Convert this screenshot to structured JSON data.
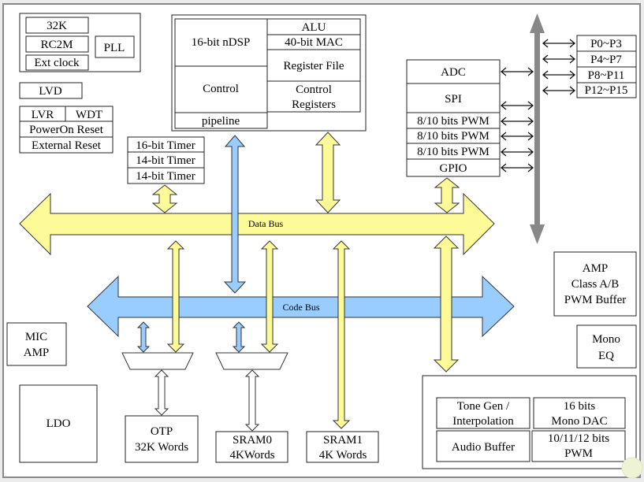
{
  "diagram": {
    "clock_group": {
      "items": [
        "32K",
        "RC2M",
        "Ext clock"
      ],
      "pll": "PLL"
    },
    "lvd": "LVD",
    "reset_group": {
      "lvr": "LVR",
      "wdt": "WDT",
      "poweron_reset": "PowerOn Reset",
      "external_reset": "External Reset"
    },
    "dsp_core": {
      "nDSP": "16-bit nDSP",
      "control": "Control",
      "pipeline": "pipeline",
      "alu": "ALU",
      "mac": "40-bit MAC",
      "register_file": "Register File",
      "control_registers": [
        "Control",
        "Registers"
      ]
    },
    "timers": [
      "16-bit Timer",
      "14-bit Timer",
      "14-bit Timer"
    ],
    "peripherals": {
      "adc": "ADC",
      "spi": "SPI",
      "pwm": [
        "8/10 bits PWM",
        "8/10 bits PWM",
        "8/10 bits PWM"
      ],
      "gpio": "GPIO"
    },
    "ports": [
      "P0~P3",
      "P4~P7",
      "P8~P11",
      "P12~P15"
    ],
    "buses": {
      "data_bus": "Data Bus",
      "code_bus": "Code Bus"
    },
    "mic_amp": [
      "MIC",
      "AMP"
    ],
    "ldo": "LDO",
    "otp": [
      "OTP",
      "32K Words"
    ],
    "sram0": [
      "SRAM0",
      "4KWords"
    ],
    "sram1": [
      "SRAM1",
      "4K Words"
    ],
    "amp_block": [
      "AMP",
      "Class A/B",
      "PWM Buffer"
    ],
    "mono_eq": [
      "Mono",
      "EQ"
    ],
    "audio_block": {
      "tone_gen": [
        "Tone Gen /",
        "Interpolation"
      ],
      "dac": [
        "16 bits",
        "Mono DAC"
      ],
      "audio_buffer": "Audio Buffer",
      "pwm_out": [
        "10/11/12 bits",
        "PWM"
      ]
    },
    "colors": {
      "data_bus": "#fdfb98",
      "code_bus": "#99ccff",
      "io_bus": "#888888",
      "background": "#ffffff"
    }
  }
}
